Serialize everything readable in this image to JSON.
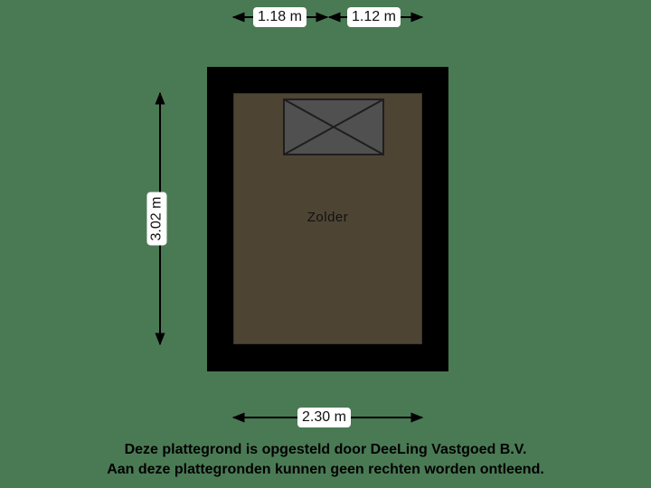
{
  "floorplan": {
    "room": {
      "name": "Zolder",
      "fill_color": "#4d4434",
      "wall_color": "#000000",
      "background_color": "#4a7a54"
    },
    "hatch": {
      "type": "attic-hatch",
      "fill_color": "#505050"
    },
    "dimensions": {
      "top_left": "1.18 m",
      "top_right": "1.12 m",
      "left_vertical": "3.02 m",
      "bottom": "2.30 m"
    }
  },
  "footer": {
    "line1": "Deze plattegrond is opgesteld door DeeLing Vastgoed B.V.",
    "line2": "Aan deze plattegronden kunnen geen rechten worden ontleend."
  }
}
